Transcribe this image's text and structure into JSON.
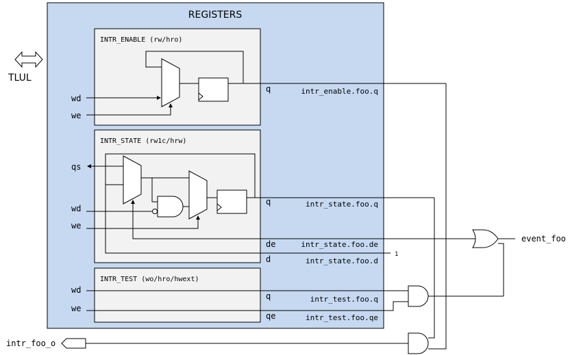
{
  "diagram": {
    "title": "REGISTERS",
    "bus": {
      "label": "TLUL"
    },
    "output": {
      "label": "intr_foo_o"
    },
    "event": {
      "label": "event_foo"
    },
    "constant_one": "1",
    "colors": {
      "register_file": "#c6d9f1",
      "register_box": "#f2f2f2",
      "line": "#000000"
    },
    "registers": {
      "enable": {
        "title": "INTR_ENABLE (rw/hro)",
        "inputs": [
          "wd",
          "we"
        ],
        "port_q": "q",
        "signal_q": "intr_enable.foo.q"
      },
      "state": {
        "title": "INTR_STATE (rw1c/hrw)",
        "inputs": [
          "qs",
          "wd",
          "we"
        ],
        "port_q": "q",
        "signal_q": "intr_state.foo.q",
        "port_de": "de",
        "signal_de": "intr_state.foo.de",
        "port_d": "d",
        "signal_d": "intr_state.foo.d"
      },
      "test": {
        "title": "INTR_TEST (wo/hro/hwext)",
        "inputs": [
          "wd",
          "we"
        ],
        "port_q": "q",
        "signal_q": "intr_test.foo.q",
        "port_qe": "qe",
        "signal_qe": "intr_test.foo.qe"
      }
    }
  }
}
